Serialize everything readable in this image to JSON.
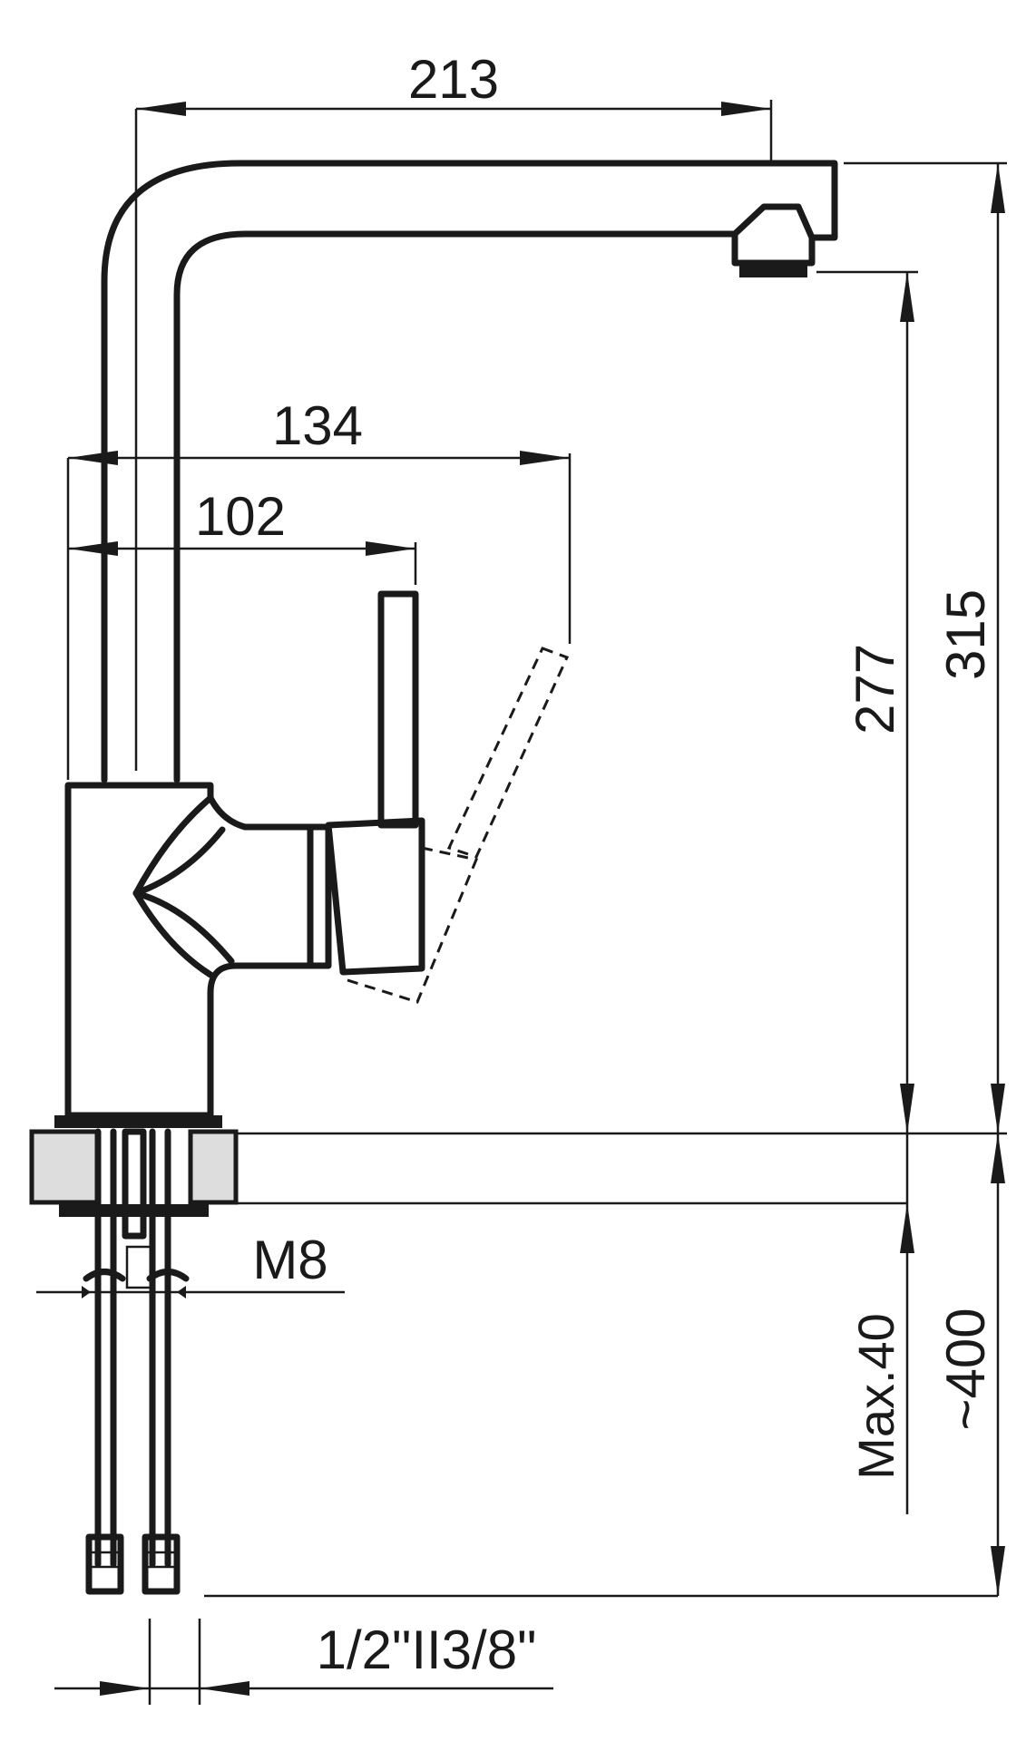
{
  "dimensions": {
    "overall_reach": "213",
    "handle_reach": "134",
    "body_to_handle": "102",
    "spout_height": "277",
    "total_height": "315",
    "max_thickness": "Max.40",
    "hose_length": "~400",
    "thread": "M8",
    "connection": "1/2\"II3/8\""
  }
}
